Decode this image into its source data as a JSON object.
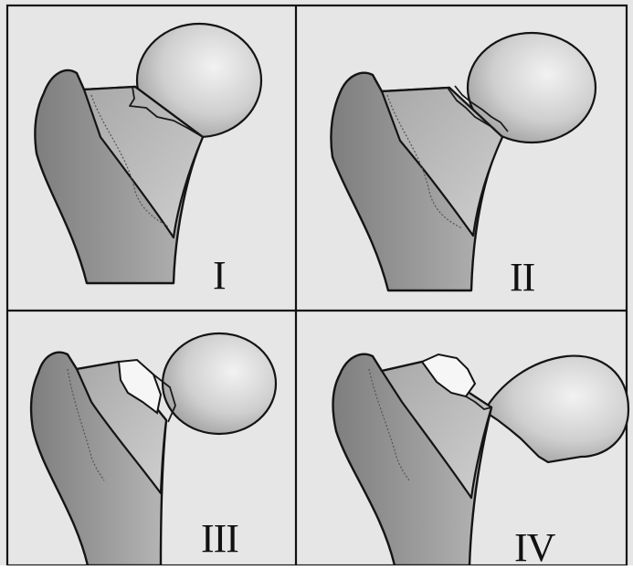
{
  "diagram": {
    "panels": [
      {
        "label": "I"
      },
      {
        "label": "II"
      },
      {
        "label": "III"
      },
      {
        "label": "IV"
      }
    ]
  }
}
